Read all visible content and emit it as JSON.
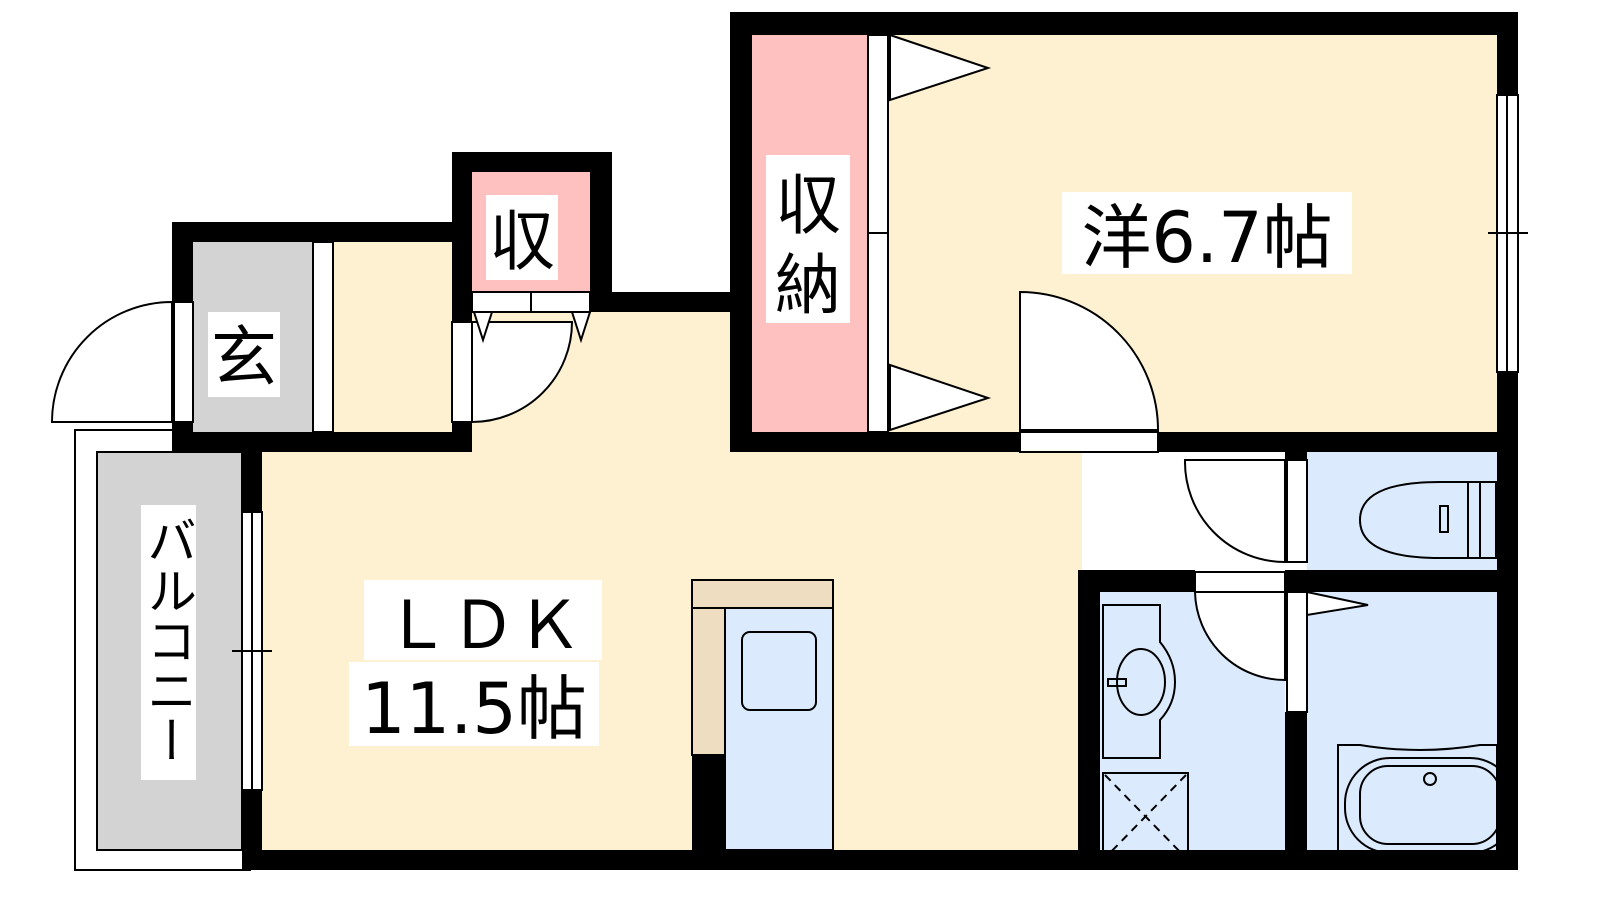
{
  "rooms": {
    "western": {
      "label": "洋6.7帖"
    },
    "closet_large": {
      "line1": "収",
      "line2": "納"
    },
    "closet_small": {
      "label": "収"
    },
    "entrance": {
      "label": "玄"
    },
    "balcony": {
      "label": "バルコニー"
    },
    "ldk": {
      "line1": "ＬＤＫ",
      "line2": "11.5帖"
    }
  },
  "colors": {
    "floor": "#fef1d2",
    "storage": "#ffc0c0",
    "entrance": "#d3d3d3",
    "wet": "#dbebfd",
    "counter": "#eeddc0",
    "wall": "#000000"
  }
}
